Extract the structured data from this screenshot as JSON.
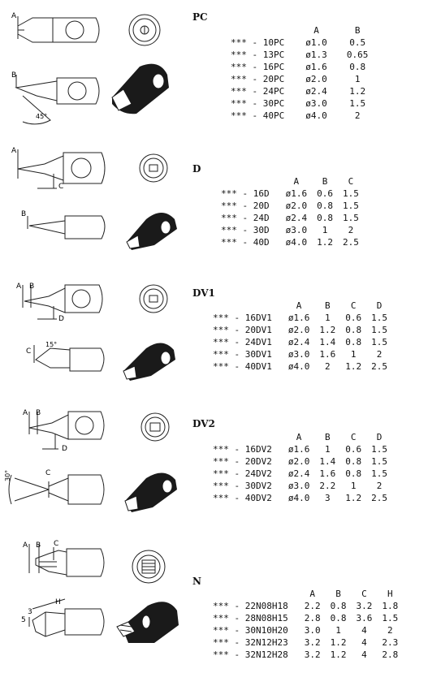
{
  "sections": [
    {
      "title": "PC",
      "drawing_labels": [
        "A",
        "B",
        "45°"
      ],
      "columns": [
        "",
        "A",
        "B"
      ],
      "rows": [
        [
          "*** - 10PC",
          "ø1.0",
          "0.5"
        ],
        [
          "*** - 13PC",
          "ø1.3",
          "0.65"
        ],
        [
          "*** - 16PC",
          "ø1.6",
          "0.8"
        ],
        [
          "*** - 20PC",
          "ø2.0",
          "1"
        ],
        [
          "*** - 24PC",
          "ø2.4",
          "1.2"
        ],
        [
          "*** - 30PC",
          "ø3.0",
          "1.5"
        ],
        [
          "*** - 40PC",
          "ø4.0",
          "2"
        ]
      ]
    },
    {
      "title": "D",
      "drawing_labels": [
        "A",
        "C",
        "B"
      ],
      "columns": [
        "",
        "A",
        "B",
        "C"
      ],
      "rows": [
        [
          "*** - 16D",
          "ø1.6",
          "0.6",
          "1.5"
        ],
        [
          "*** - 20D",
          "ø2.0",
          "0.8",
          "1.5"
        ],
        [
          "*** - 24D",
          "ø2.4",
          "0.8",
          "1.5"
        ],
        [
          "*** - 30D",
          "ø3.0",
          "1",
          "2"
        ],
        [
          "*** - 40D",
          "ø4.0",
          "1.2",
          "2.5"
        ]
      ]
    },
    {
      "title": "DV1",
      "drawing_labels": [
        "A",
        "B",
        "D",
        "C",
        "15°"
      ],
      "columns": [
        "",
        "A",
        "B",
        "C",
        "D"
      ],
      "rows": [
        [
          "*** - 16DV1",
          "ø1.6",
          "1",
          "0.6",
          "1.5"
        ],
        [
          "*** - 20DV1",
          "ø2.0",
          "1.2",
          "0.8",
          "1.5"
        ],
        [
          "*** - 24DV1",
          "ø2.4",
          "1.4",
          "0.8",
          "1.5"
        ],
        [
          "*** - 30DV1",
          "ø3.0",
          "1.6",
          "1",
          "2"
        ],
        [
          "*** - 40DV1",
          "ø4.0",
          "2",
          "1.2",
          "2.5"
        ]
      ]
    },
    {
      "title": "DV2",
      "drawing_labels": [
        "A",
        "B",
        "D",
        "30°",
        "C"
      ],
      "columns": [
        "",
        "A",
        "B",
        "C",
        "D"
      ],
      "rows": [
        [
          "*** - 16DV2",
          "ø1.6",
          "1",
          "0.6",
          "1.5"
        ],
        [
          "*** - 20DV2",
          "ø2.0",
          "1.4",
          "0.8",
          "1.5"
        ],
        [
          "*** - 24DV2",
          "ø2.4",
          "1.6",
          "0.8",
          "1.5"
        ],
        [
          "*** - 30DV2",
          "ø3.0",
          "2.2",
          "1",
          "2"
        ],
        [
          "*** - 40DV2",
          "ø4.0",
          "3",
          "1.2",
          "2.5"
        ]
      ]
    },
    {
      "title": "N",
      "drawing_labels": [
        "A",
        "B",
        "C",
        "H",
        "3",
        "5"
      ],
      "columns": [
        "",
        "A",
        "B",
        "C",
        "H"
      ],
      "rows": [
        [
          "*** - 22N08H18",
          "2.2",
          "0.8",
          "3.2",
          "1.8"
        ],
        [
          "*** - 28N08H15",
          "2.8",
          "0.8",
          "3.6",
          "1.5"
        ],
        [
          "*** - 30N10H20",
          "3.0",
          "1",
          "4",
          "2"
        ],
        [
          "*** - 32N12H23",
          "3.2",
          "1.2",
          "4",
          "2.3"
        ],
        [
          "*** - 32N12H28",
          "3.2",
          "1.2",
          "4",
          "2.8"
        ]
      ]
    }
  ]
}
